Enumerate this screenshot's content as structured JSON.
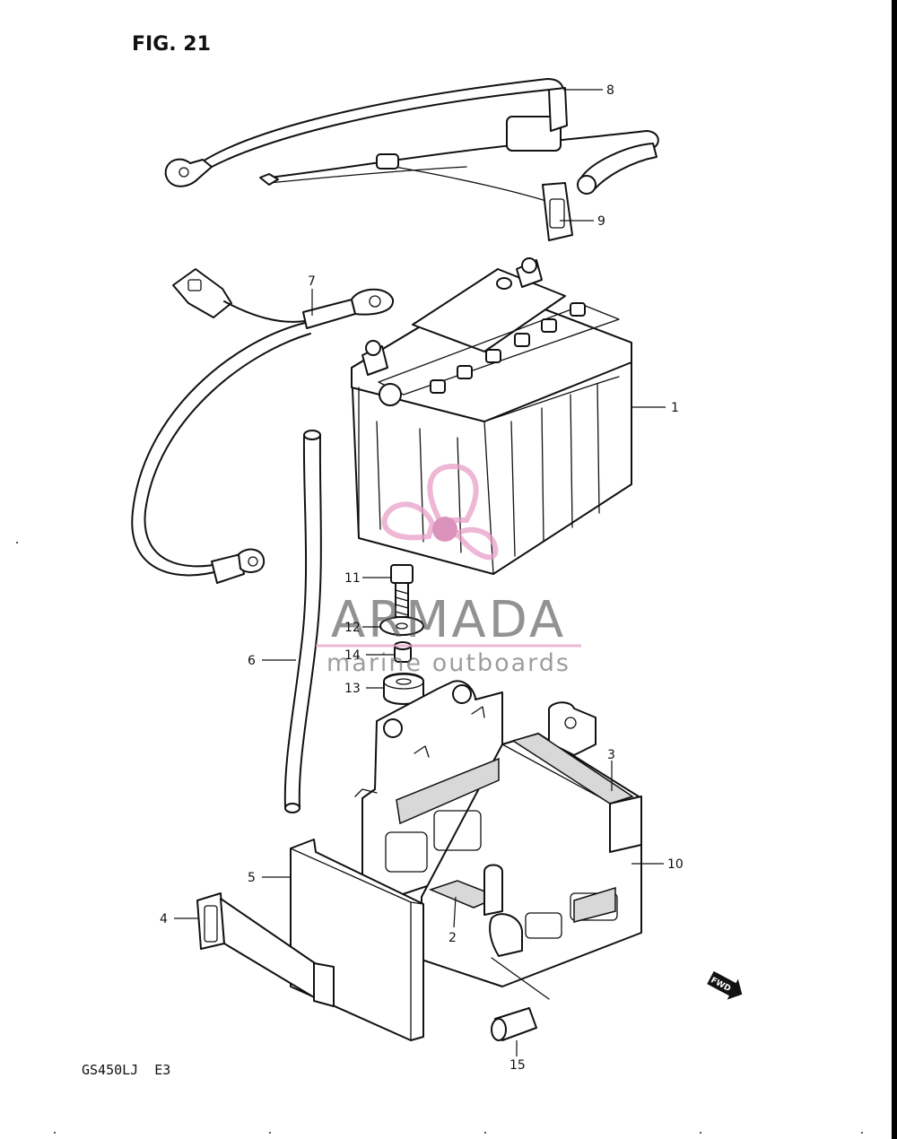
{
  "figure": {
    "title": "FIG. 21",
    "model_code": "GS450LJ  E3"
  },
  "callouts": [
    {
      "number": "1",
      "part": "battery"
    },
    {
      "number": "2",
      "part": "battery-pad"
    },
    {
      "number": "3",
      "part": "cushion"
    },
    {
      "number": "4",
      "part": "battery-band"
    },
    {
      "number": "5",
      "part": "battery-cover"
    },
    {
      "number": "6",
      "part": "breather-hose"
    },
    {
      "number": "7",
      "part": "negative-lead-wire"
    },
    {
      "number": "8",
      "part": "starter-lead-wire"
    },
    {
      "number": "9",
      "part": "fuse-holder"
    },
    {
      "number": "10",
      "part": "battery-holder"
    },
    {
      "number": "11",
      "part": "bolt"
    },
    {
      "number": "12",
      "part": "washer"
    },
    {
      "number": "13",
      "part": "grommet"
    },
    {
      "number": "14",
      "part": "spacer"
    },
    {
      "number": "15",
      "part": "cap"
    }
  ],
  "watermark": {
    "name": "ARMADA",
    "tagline": "marine outboards",
    "color_pink": "#e8a0c8",
    "color_pink_dark": "#d070a8",
    "color_text": "#555555"
  },
  "fwd_marker": {
    "text": "FWD"
  }
}
